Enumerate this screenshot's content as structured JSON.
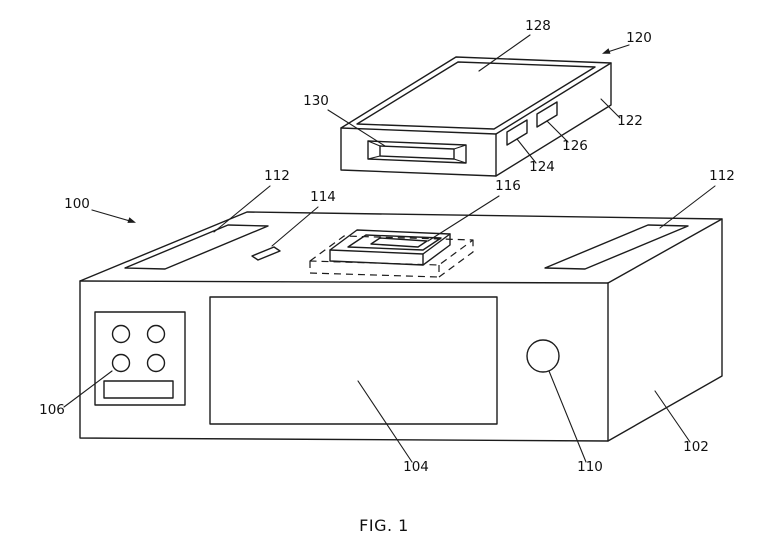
{
  "figure": {
    "caption": "FIG. 1"
  },
  "reference_labels": {
    "r100": "100",
    "r102": "102",
    "r104": "104",
    "r106": "106",
    "r110": "110",
    "r112_left": "112",
    "r112_right": "112",
    "r114": "114",
    "r116": "116",
    "r120": "120",
    "r122": "122",
    "r124": "124",
    "r126": "126",
    "r128": "128",
    "r130": "130"
  }
}
